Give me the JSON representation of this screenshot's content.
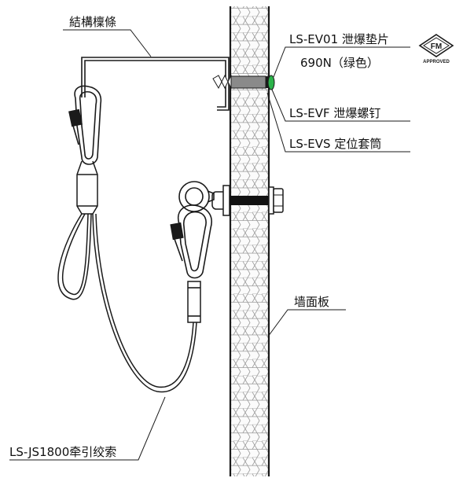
{
  "labels": {
    "structure_purlin": "結構檁條",
    "ev01": "LS-EV01 泄爆垫片",
    "ev01_force": "690N（绿色）",
    "evf": "LS-EVF 泄爆螺钉",
    "evs": "LS-EVS 定位套筒",
    "wall_panel": "墙面板",
    "js1800": "LS-JS1800牵引绞索"
  },
  "badge": {
    "fm": "FM",
    "approved": "APPROVED"
  },
  "colors": {
    "line": "#1a1a1a",
    "washer_gray": "#8a8a8a",
    "indicator_green": "#2bb34a",
    "bolt_black": "#111111",
    "panel_fill": "#f7f7f7"
  }
}
